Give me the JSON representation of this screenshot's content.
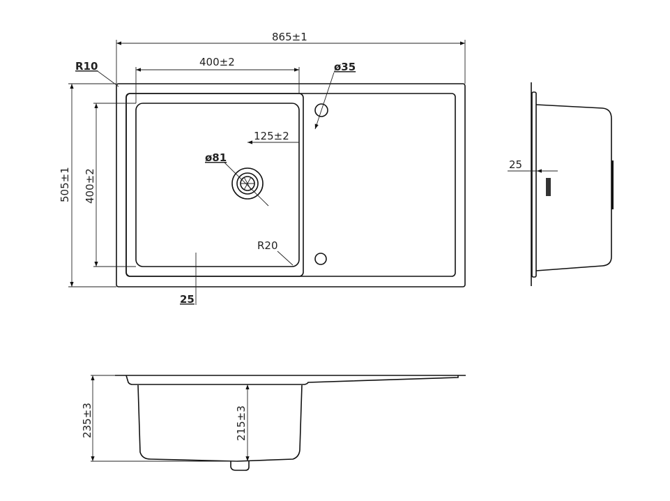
{
  "drawing": {
    "title": "Sink technical drawing",
    "top_view": {
      "overall_width": "865±1",
      "bowl_width": "400±2",
      "corner_radius": "R10",
      "tap_hole": "ø35",
      "bowl_offset": "125±2",
      "drain": "ø81",
      "bowl_radius": "R20",
      "rim": "25",
      "overall_depth": "505±1",
      "bowl_depth": "400±2"
    },
    "side_view": {
      "flange": "25"
    },
    "front_view": {
      "total_height": "235±3",
      "bowl_height": "215±3"
    }
  }
}
